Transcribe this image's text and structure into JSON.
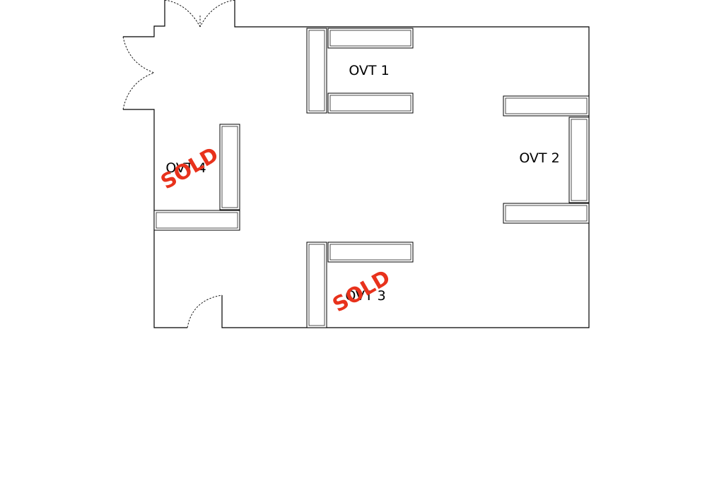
{
  "colors": {
    "walls": "#000000",
    "background": "#ffffff",
    "sold": "#e8321c"
  },
  "booths": [
    {
      "id": "ovt1",
      "label": "OVT 1",
      "sold": false
    },
    {
      "id": "ovt2",
      "label": "OVT 2",
      "sold": false
    },
    {
      "id": "ovt3",
      "label": "OVT 3",
      "sold": true
    },
    {
      "id": "ovt4",
      "label": "OVT 4",
      "sold": true
    }
  ],
  "sold_label": "SOLD"
}
